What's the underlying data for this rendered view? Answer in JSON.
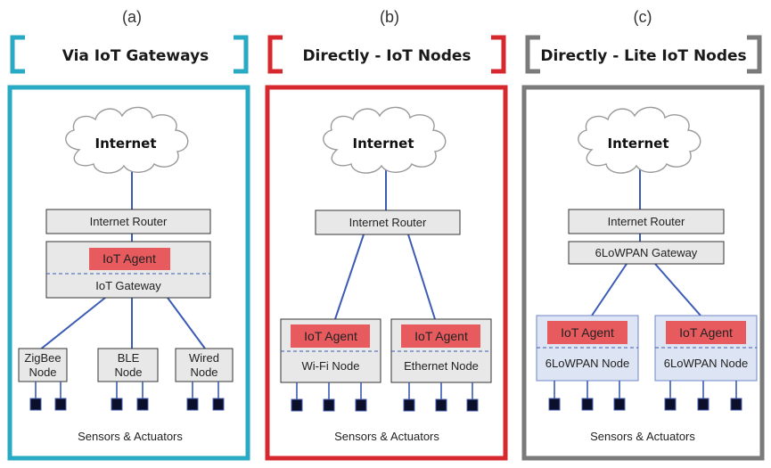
{
  "colors": {
    "panel_a": "#28a9c4",
    "panel_b": "#d7282d",
    "panel_c": "#7a7a7a",
    "agent_fill": "#e75a5e",
    "box_fill": "#e8e8e8",
    "node_fill_c": "#dde4f3",
    "link": "#3b5bb5",
    "sensor": "#0b0f2a"
  },
  "panels": [
    {
      "index": "(a)",
      "heading": "Via IoT Gateways",
      "cloud": "Internet",
      "router": "Internet Router",
      "agent": "IoT Agent",
      "gateway": "IoT Gateway",
      "nodes": [
        {
          "line1": "ZigBee",
          "line2": "Node"
        },
        {
          "line1": "BLE",
          "line2": "Node"
        },
        {
          "line1": "Wired",
          "line2": "Node"
        }
      ],
      "footer": "Sensors & Actuators"
    },
    {
      "index": "(b)",
      "heading": "Directly - IoT Nodes",
      "cloud": "Internet",
      "router": "Internet Router",
      "nodes": [
        {
          "agent": "IoT Agent",
          "label": "Wi-Fi Node"
        },
        {
          "agent": "IoT Agent",
          "label": "Ethernet Node"
        }
      ],
      "footer": "Sensors & Actuators"
    },
    {
      "index": "(c)",
      "heading": "Directly - Lite IoT Nodes",
      "cloud": "Internet",
      "router": "Internet Router",
      "gateway": "6LoWPAN Gateway",
      "nodes": [
        {
          "agent": "IoT Agent",
          "label": "6LoWPAN Node"
        },
        {
          "agent": "IoT Agent",
          "label": "6LoWPAN Node"
        }
      ],
      "footer": "Sensors & Actuators"
    }
  ]
}
